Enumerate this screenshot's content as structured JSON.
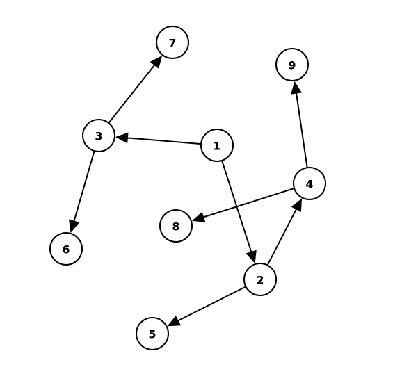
{
  "graph": {
    "directed": true,
    "nodes": [
      {
        "id": "1",
        "label": "1"
      },
      {
        "id": "2",
        "label": "2"
      },
      {
        "id": "3",
        "label": "3"
      },
      {
        "id": "4",
        "label": "4"
      },
      {
        "id": "5",
        "label": "5"
      },
      {
        "id": "6",
        "label": "6"
      },
      {
        "id": "7",
        "label": "7"
      },
      {
        "id": "8",
        "label": "8"
      },
      {
        "id": "9",
        "label": "9"
      }
    ],
    "edges": [
      {
        "from": "1",
        "to": "3"
      },
      {
        "from": "1",
        "to": "2"
      },
      {
        "from": "3",
        "to": "7"
      },
      {
        "from": "3",
        "to": "6"
      },
      {
        "from": "2",
        "to": "4"
      },
      {
        "from": "2",
        "to": "5"
      },
      {
        "from": "4",
        "to": "9"
      },
      {
        "from": "4",
        "to": "8"
      }
    ]
  },
  "colors": {
    "stroke": "#000000",
    "fill": "#ffffff",
    "background": "#ffffff"
  }
}
